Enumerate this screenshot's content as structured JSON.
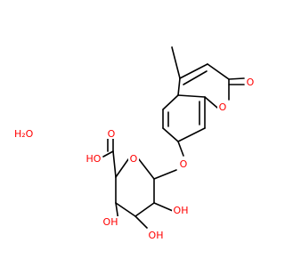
{
  "structure": {
    "water": "H₂O",
    "atoms": {
      "ring_o": "O",
      "carbonyl_o": "O",
      "glycosidic_o": "O",
      "pyranose_o": "O",
      "acid_oh": "HO",
      "acid_o": "O",
      "oh_left": "OH",
      "oh_bottom": "OH",
      "oh_right": "OH"
    }
  },
  "colors": {
    "carbon": "#000000",
    "oxygen": "#ff0000"
  }
}
